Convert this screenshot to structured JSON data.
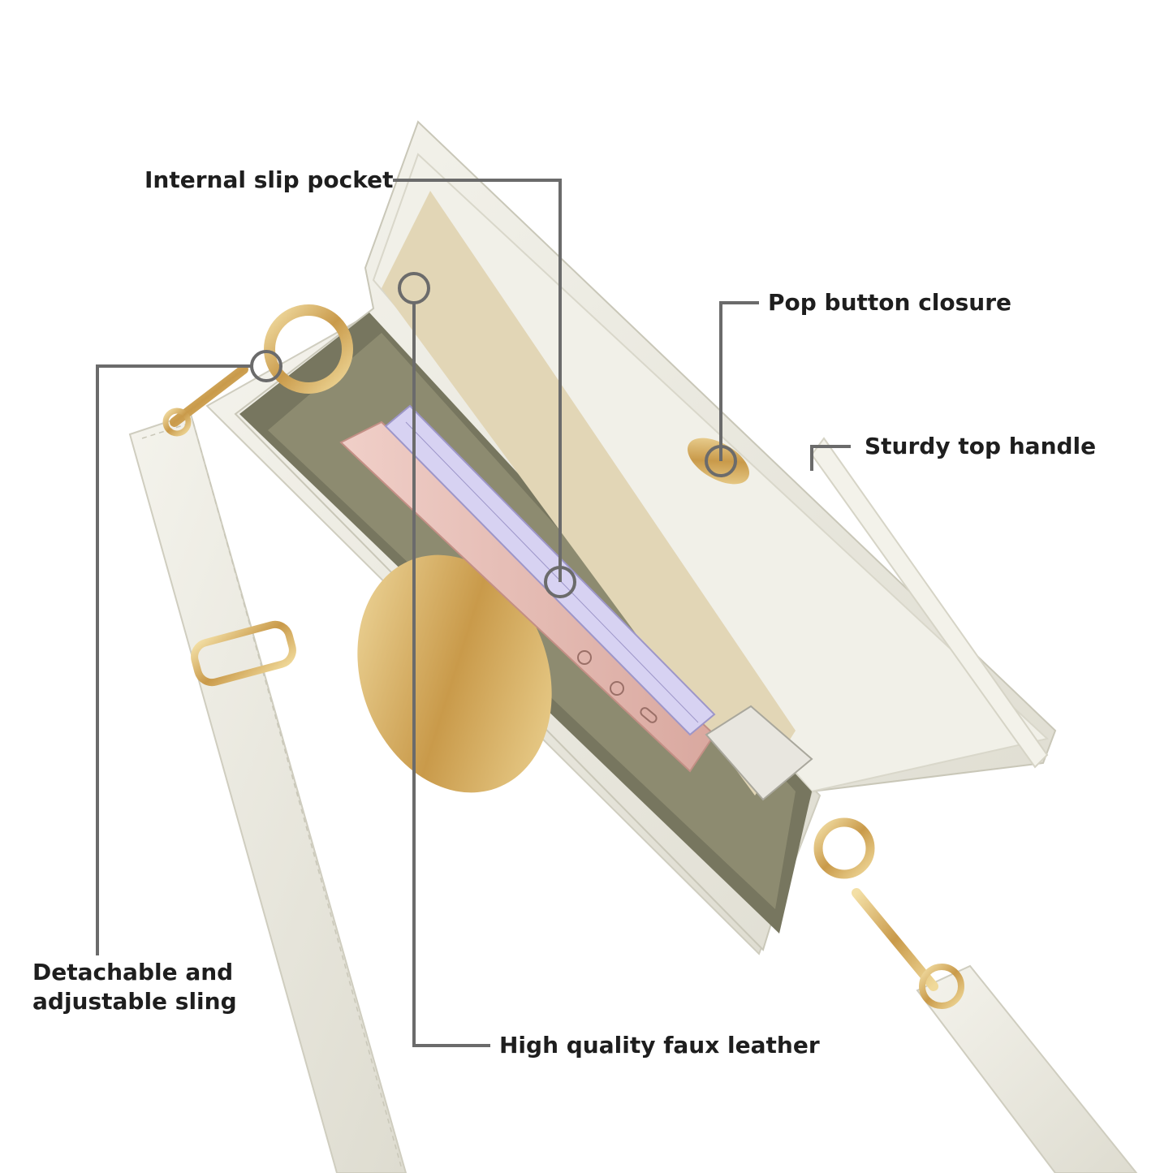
{
  "annotations": {
    "internal_slip_pocket": "Internal slip pocket",
    "pop_button_closure": "Pop button closure",
    "sturdy_top_handle": "Sturdy top handle",
    "detachable_sling_line1": "Detachable and",
    "detachable_sling_line2": "adjustable sling",
    "faux_leather": "High quality faux leather"
  },
  "colors": {
    "callout_line": "#6b6b6b",
    "label_text": "#1e1e1e",
    "bag_leather": "#ecebe2",
    "bag_shadow": "#d6d4c6",
    "lining": "#8c8a6e",
    "hardware_gold": "#d9b56a"
  }
}
